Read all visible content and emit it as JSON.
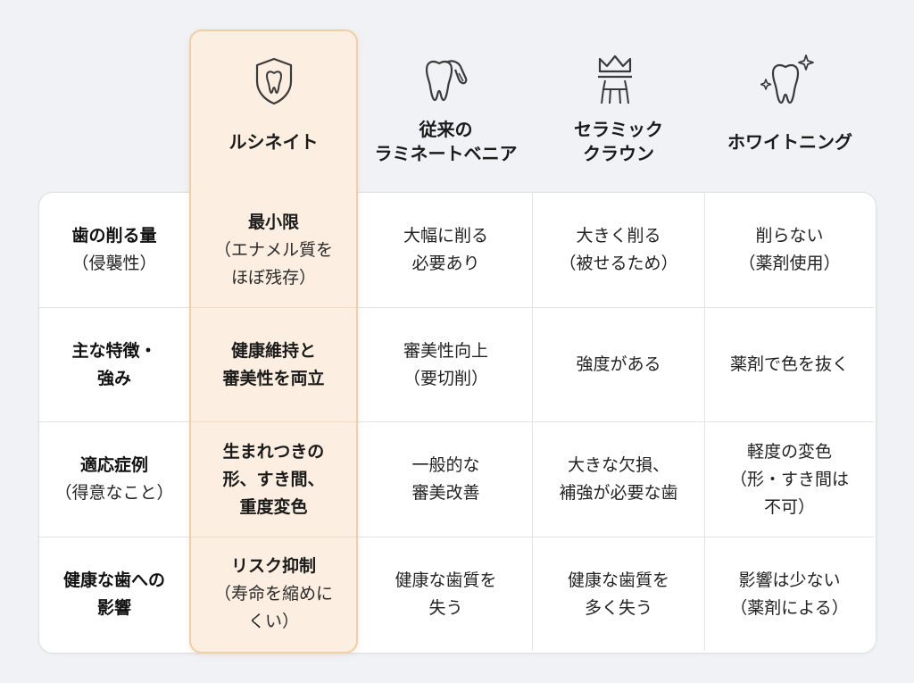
{
  "columns": [
    {
      "title": "ルシネイト",
      "icon": "shield-tooth-icon"
    },
    {
      "title": "従来の\nラミネートベニア",
      "icon": "tooth-veneer-icon"
    },
    {
      "title": "セラミック\nクラウン",
      "icon": "crown-tooth-icon"
    },
    {
      "title": "ホワイトニング",
      "icon": "sparkle-tooth-icon"
    }
  ],
  "rows": [
    {
      "label": "歯の削る量",
      "label_sub": "（侵襲性）",
      "cells": [
        {
          "main": "最小限",
          "sub": "（エナメル質を\nほぼ残存）"
        },
        {
          "main": "大幅に削る\n必要あり"
        },
        {
          "main": "大きく削る\n（被せるため）"
        },
        {
          "main": "削らない\n（薬剤使用）"
        }
      ]
    },
    {
      "label": "主な特徴・\n強み",
      "label_sub": "",
      "cells": [
        {
          "main": "健康維持と\n審美性を両立"
        },
        {
          "main": "審美性向上\n（要切削）"
        },
        {
          "main": "強度がある"
        },
        {
          "main": "薬剤で色を抜く"
        }
      ]
    },
    {
      "label": "適応症例",
      "label_sub": "（得意なこと）",
      "cells": [
        {
          "main": "生まれつきの\n形、すき間、\n重度変色"
        },
        {
          "main": "一般的な\n審美改善"
        },
        {
          "main": "大きな欠損、\n補強が必要な歯"
        },
        {
          "main": "軽度の変色\n（形・すき間は\n不可）"
        }
      ]
    },
    {
      "label": "健康な歯への\n影響",
      "label_sub": "",
      "cells": [
        {
          "main": "リスク抑制",
          "sub": "（寿命を縮めに\nくい）"
        },
        {
          "main": "健康な歯質を\n失う"
        },
        {
          "main": "健康な歯質を\n多く失う"
        },
        {
          "main": "影響は少ない\n（薬剤による）"
        }
      ]
    }
  ],
  "colors": {
    "background": "#f1f2f6",
    "highlight_fill": "#fcefe1",
    "highlight_border": "#f1cfa6",
    "grid_line": "#e3e3e6",
    "text": "#1c1c1c"
  }
}
